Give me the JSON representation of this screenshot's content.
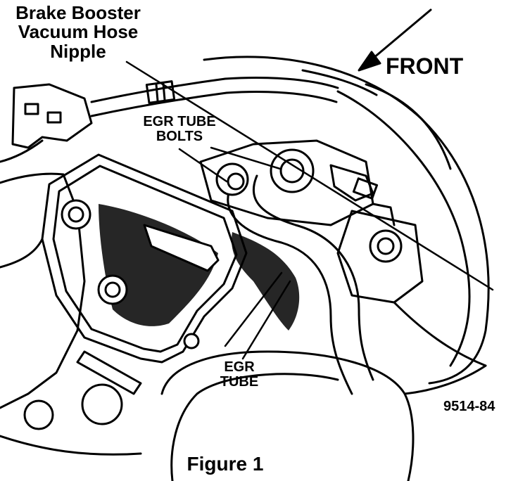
{
  "labels": {
    "brake_booster": [
      "Brake Booster",
      "Vacuum Hose",
      "Nipple"
    ],
    "front": "FRONT",
    "egr_bolts": [
      "EGR TUBE",
      "BOLTS"
    ],
    "egr_tube": [
      "EGR",
      "TUBE"
    ],
    "code": "9514-84"
  },
  "caption": "Figure 1"
}
